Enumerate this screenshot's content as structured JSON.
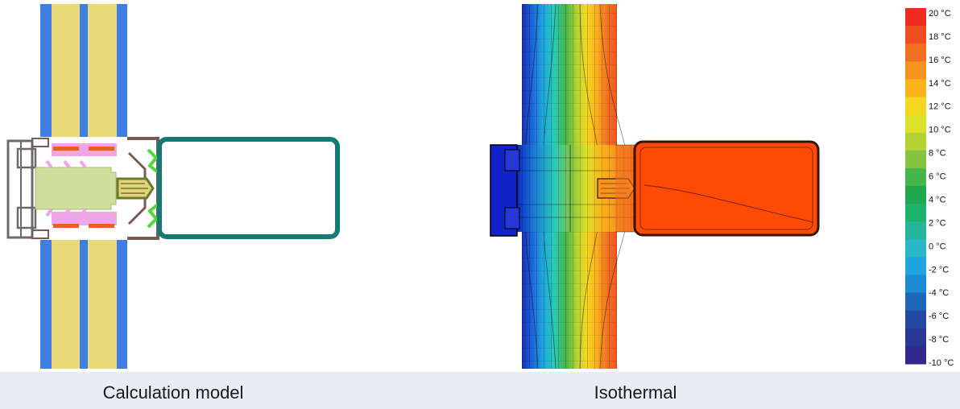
{
  "captions": {
    "left": "Calculation model",
    "right": "Isothermal"
  },
  "legend": {
    "unit_suffix": "°C",
    "labels": [
      "20 °C",
      "18 °C",
      "16 °C",
      "14 °C",
      "12 °C",
      "10 °C",
      "8 °C",
      "6 °C",
      "4 °C",
      "2 °C",
      "0 °C",
      "-2 °C",
      "-4 °C",
      "-6 °C",
      "-8 °C",
      "-10 °C"
    ],
    "colors": [
      "#ee2a23",
      "#f04e22",
      "#f37021",
      "#f7941d",
      "#fbb41c",
      "#f4d81f",
      "#dce22a",
      "#b6d334",
      "#86c440",
      "#45b64b",
      "#1fa84f",
      "#1cb26c",
      "#25b59b",
      "#29b7c9",
      "#1fa6e0",
      "#1c8ad4",
      "#1f67b8",
      "#2348a4",
      "#2a3795",
      "#33288c"
    ]
  },
  "colors": {
    "glass_blue": "#3f7fe3",
    "insulation_yellow": "#e8da7b",
    "frame_brown": "#7a5a55",
    "gasket_pink": "#f0a6e6",
    "spacer_orange": "#f15a24",
    "thermal_break": "#cfdf9a",
    "mullion_teal": "#157a72",
    "hot_orange": "#fd4a04",
    "cold_blue": "#1022c8"
  }
}
